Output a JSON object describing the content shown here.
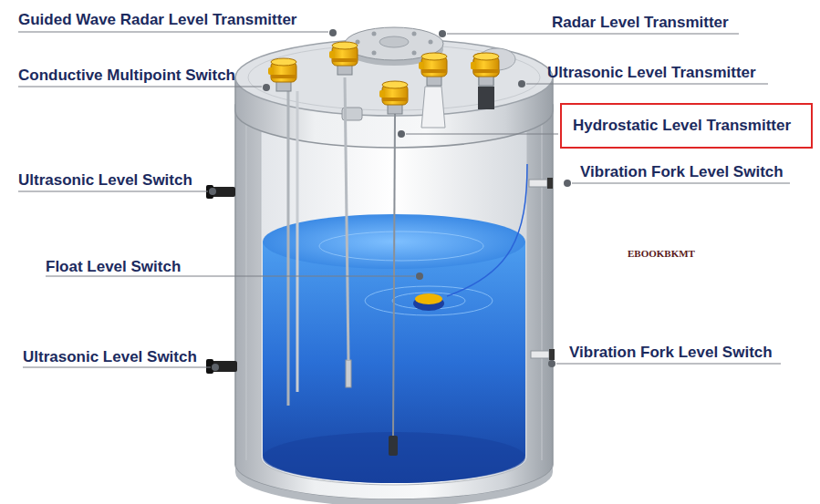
{
  "diagram": {
    "nodes": [
      {
        "text": [
          "Hydrostatic Level Transmitter"
        ]
      }
    ],
    "edges": [],
    "labels": [
      "Guided Wave Radar Level Transmitter",
      "Radar Level Transmitter",
      "Conductive Multipoint Switch",
      "Ultrasonic Level Transmitter",
      "Vibration Fork Level Switch",
      "Ultrasonic Level Switch",
      "EBOOKBKMT",
      "Float Level Switch",
      "Vibration Fork Level Switch",
      "Ultrasonic Level Switch"
    ]
  }
}
